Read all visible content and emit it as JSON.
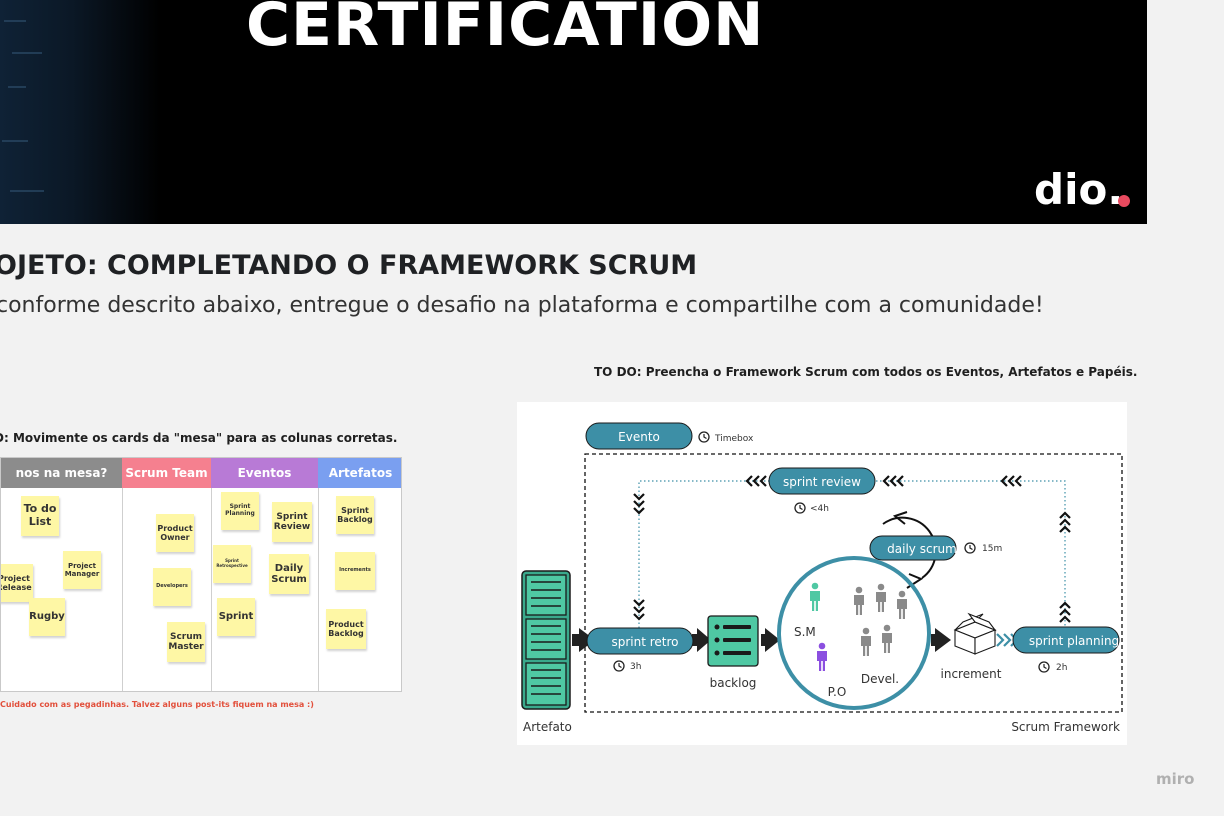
{
  "banner": {
    "title": "CERTIFICATION",
    "logo_text": "dio."
  },
  "project": {
    "title": "OJETO: COMPLETANDO O FRAMEWORK SCRUM",
    "subtitle": "conforme descrito abaixo, entregue o desafio na plataforma e compartilhe com a comunidade!"
  },
  "left_board": {
    "instruction": "D: Movimente os cards da \"mesa\" para as colunas corretas.",
    "columns": [
      {
        "label": "nos na mesa?",
        "color": "#8c8c8c"
      },
      {
        "label": "Scrum Team",
        "color": "#f5808f"
      },
      {
        "label": "Eventos",
        "color": "#b87ad6"
      },
      {
        "label": "Artefatos",
        "color": "#7a9ff0"
      }
    ],
    "postits": {
      "todo_list": "To do List",
      "project_release": "Project Release",
      "project_manager": "Project Manager",
      "rugby": "Rugby",
      "product_owner": "Product Owner",
      "developers": "Developers",
      "scrum_master": "Scrum Master",
      "sprint_planning": "Sprint Planning",
      "sprint_review": "Sprint Review",
      "sprint_retrospective": "Sprint Retrospective",
      "daily_scrum": "Daily Scrum",
      "sprint": "Sprint",
      "sprint_backlog": "Sprint Backlog",
      "increments": "Increments",
      "product_backlog": "Product Backlog"
    },
    "warning": "Cuidado com as pegadinhas. Talvez alguns post-its fiquem na mesa :)"
  },
  "right_diagram": {
    "instruction": "TO DO: Preencha o Framework Scrum com todos os Eventos, Artefatos e Papéis.",
    "legend_event": "Evento",
    "legend_timebox": "Timebox",
    "sprint_review": "sprint review",
    "sprint_review_time": "<4h",
    "daily_scrum": "daily scrum",
    "daily_scrum_time": "15m",
    "sprint_retro": "sprint retro",
    "sprint_retro_time": "3h",
    "sprint_planning": "sprint planning",
    "sprint_planning_time": "2h",
    "backlog": "backlog",
    "sm": "S.M",
    "po": "P.O",
    "devel": "Devel.",
    "increment": "increment",
    "artefato": "Artefato",
    "scrum_framework": "Scrum Framework",
    "colors": {
      "teal": "#3d8fa6",
      "green": "#4fc8a3",
      "purple": "#8b4fe0"
    }
  },
  "miro_label": "miro"
}
